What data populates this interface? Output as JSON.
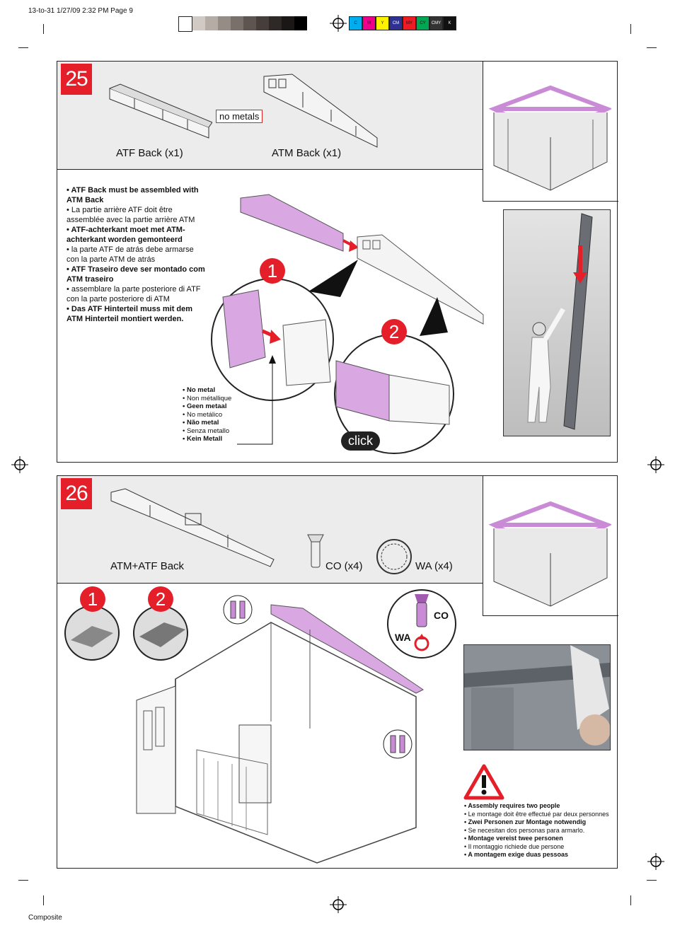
{
  "slug": {
    "top": "13-to-31 1/27/09 2:32 PM Page 9",
    "bottom": "Composite"
  },
  "colorbar": [
    "C",
    "M",
    "Y",
    "CM",
    "MY",
    "CY",
    "CMY",
    "K"
  ],
  "colors": {
    "accent_red": "#e51f2a",
    "part_purple": "#d9a8e2",
    "band_gray": "#ececec"
  },
  "step25": {
    "number": "25",
    "part1_label": "ATF Back (x1)",
    "part2_label": "ATM Back (x1)",
    "tag": "no metals",
    "callout1": "1",
    "callout2": "2",
    "click": "click",
    "instructions": [
      {
        "text": "• ATF Back must be assembled with ATM Back",
        "bold": true
      },
      {
        "text": "• La partie arrière ATF doit être assemblée avec la partie arrière ATM",
        "bold": false
      },
      {
        "text": "• ATF-achterkant moet met ATM-achterkant worden gemonteerd",
        "bold": true
      },
      {
        "text": "• la parte ATF de atrás debe armarse con la parte ATM de atrás",
        "bold": false
      },
      {
        "text": "• ATF Traseiro deve ser montado com ATM traseiro",
        "bold": true
      },
      {
        "text": "• assemblare la parte posteriore di ATF con la parte posteriore di ATM",
        "bold": false
      },
      {
        "text": "• Das ATF Hinterteil muss mit dem ATM Hinterteil montiert werden.",
        "bold": true
      }
    ],
    "nometal": [
      {
        "text": "• No metal",
        "bold": true
      },
      {
        "text": "• Non métallique",
        "bold": false
      },
      {
        "text": "• Geen metaal",
        "bold": true
      },
      {
        "text": "• No metálico",
        "bold": false
      },
      {
        "text": "• Não metal",
        "bold": true
      },
      {
        "text": "• Senza metallo",
        "bold": false
      },
      {
        "text": "• Kein Metall",
        "bold": true
      }
    ]
  },
  "step26": {
    "number": "26",
    "part_label": "ATM+ATF Back",
    "co_label": "CO (x4)",
    "wa_label": "WA (x4)",
    "callout1": "1",
    "callout2": "2",
    "co": "CO",
    "wa": "WA",
    "warnings": [
      {
        "text": "• Assembly requires two people",
        "bold": true
      },
      {
        "text": "• Le montage doit être effectué par deux personnes",
        "bold": false
      },
      {
        "text": "• Zwei Personen zur Montage notwendig",
        "bold": true
      },
      {
        "text": "• Se necesitan dos personas para armarlo.",
        "bold": false
      },
      {
        "text": "• Montage vereist twee personen",
        "bold": true
      },
      {
        "text": "• Il montaggio richiede due persone",
        "bold": false
      },
      {
        "text": "• A montagem exige duas pessoas",
        "bold": true
      }
    ]
  }
}
